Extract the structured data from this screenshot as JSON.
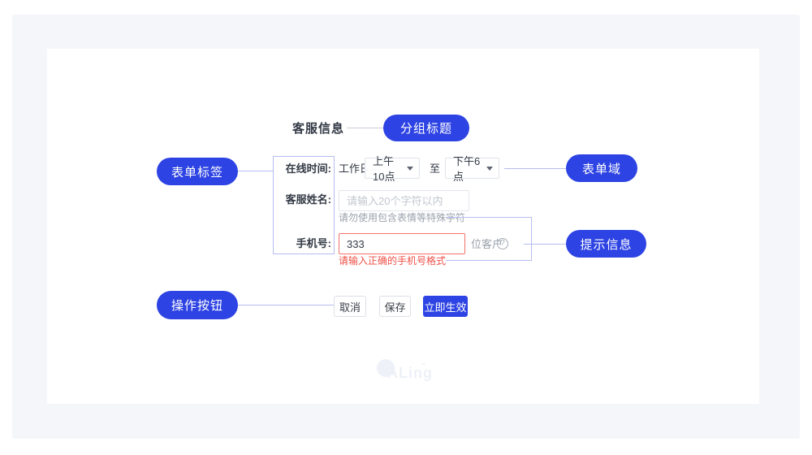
{
  "page": {
    "section_title": "客服信息",
    "watermark": "ALing",
    "watermark_mark": "”"
  },
  "annotations": {
    "group_title": "分组标题",
    "form_label": "表单标签",
    "form_field": "表单域",
    "hint_info": "提示信息",
    "action_buttons": "操作按钮"
  },
  "form": {
    "online_time": {
      "label": "在线时间:",
      "weekday": "工作日",
      "start_option": "上午10点",
      "separator": "至",
      "end_option": "下午6点"
    },
    "service_name": {
      "label": "客服姓名:",
      "placeholder": "请输入20个字符以内",
      "hint": "请勿使用包含表情等特殊字符"
    },
    "phone": {
      "label": "手机号:",
      "value": "333",
      "suffix": "位客户",
      "help_icon": "?",
      "error": "请输入正确的手机号格式"
    },
    "actions": {
      "cancel": "取消",
      "save": "保存",
      "apply": "立即生效"
    }
  },
  "colors": {
    "accent": "#2d43e3",
    "connector": "#b6bdf0",
    "error": "#f04f46",
    "panel": "#f4f6fa"
  }
}
